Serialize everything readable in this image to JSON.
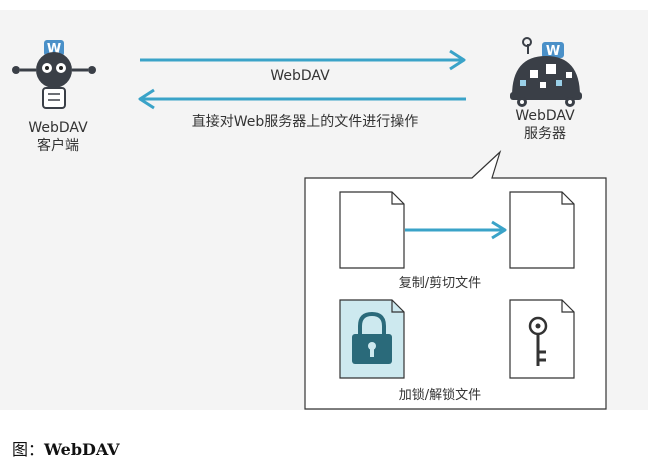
{
  "client": {
    "name": "WebDAV",
    "role": "客户端"
  },
  "server": {
    "name": "WebDAV",
    "role": "服务器"
  },
  "protocol_label": "WebDAV",
  "operation_label": "直接对Web服务器上的文件进行操作",
  "examples": {
    "copy_cut": "复制/剪切文件",
    "lock_unlock": "加锁/解锁文件"
  },
  "caption": {
    "prefix": "图：",
    "title": "WebDAV"
  },
  "colors": {
    "arrow": "#3aa3c8",
    "robot_head": "#3a3f47",
    "accent": "#4a90c8",
    "lock_fill": "#cde9ef",
    "lock_body": "#2a6a7a"
  },
  "icons": {
    "client": "robot-client-icon",
    "server": "robot-server-icon",
    "copy_source": "document-icon",
    "copy_target": "document-icon",
    "lock_doc": "locked-document-icon",
    "key_doc": "key-document-icon"
  }
}
